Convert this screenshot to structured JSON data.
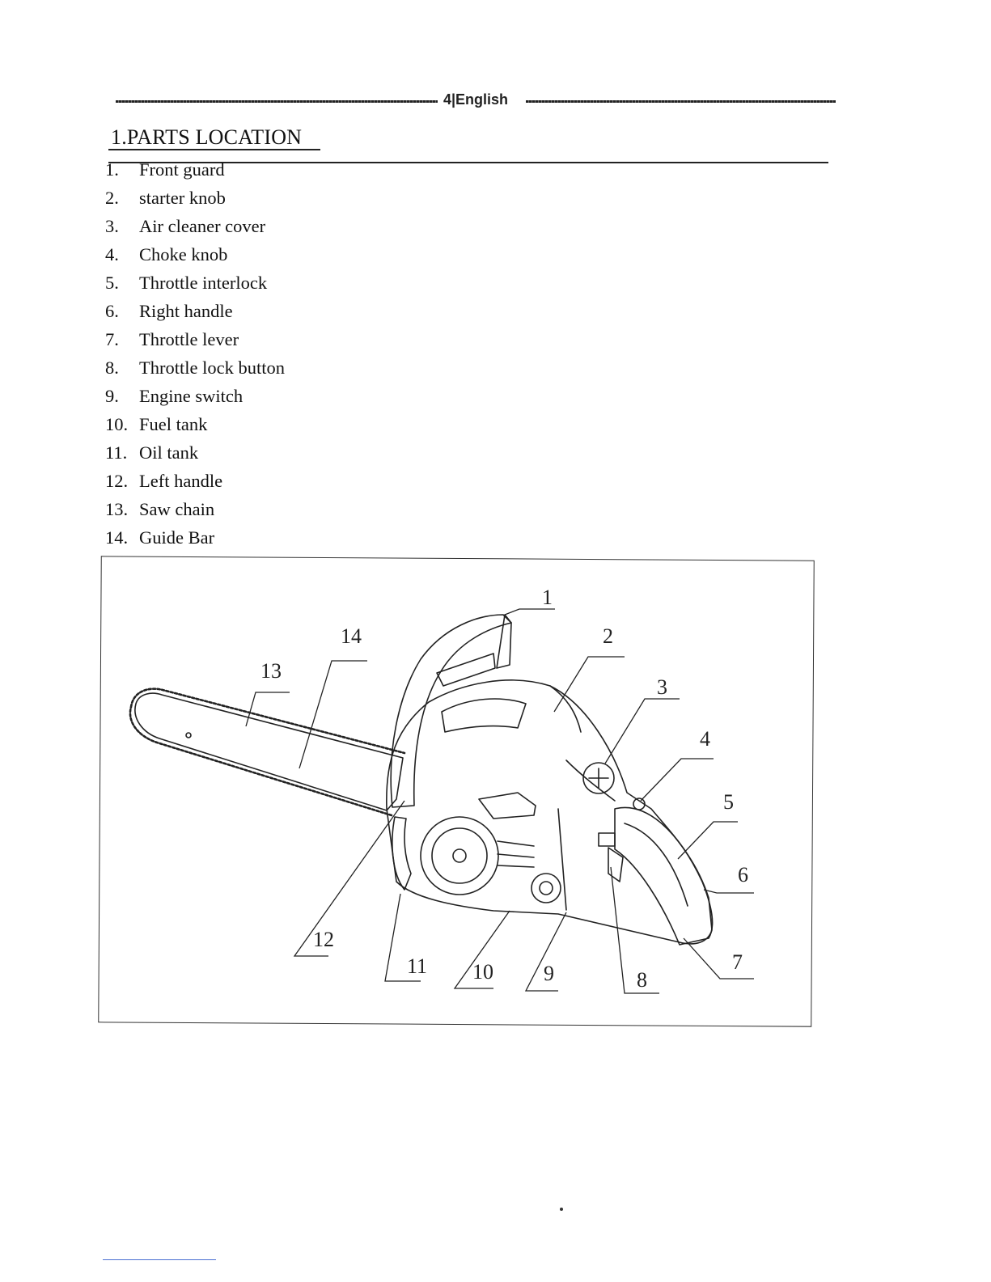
{
  "header": {
    "page_label": "4|English"
  },
  "section": {
    "title": "1.PARTS LOCATION"
  },
  "parts": [
    {
      "number": "1.",
      "name": "Front guard"
    },
    {
      "number": "2.",
      "name": "starter knob"
    },
    {
      "number": "3.",
      "name": "Air cleaner cover"
    },
    {
      "number": "4.",
      "name": "Choke knob"
    },
    {
      "number": "5.",
      "name": "Throttle interlock"
    },
    {
      "number": "6.",
      "name": "Right handle"
    },
    {
      "number": "7.",
      "name": "Throttle lever"
    },
    {
      "number": "8.",
      "name": "Throttle lock button"
    },
    {
      "number": "9.",
      "name": "Engine switch"
    },
    {
      "number": "10.",
      "name": "Fuel tank"
    },
    {
      "number": "11.",
      "name": "Oil tank"
    },
    {
      "number": "12.",
      "name": "Left handle"
    },
    {
      "number": "13.",
      "name": "Saw chain"
    },
    {
      "number": "14.",
      "name": "Guide Bar"
    }
  ],
  "figure": {
    "callouts": [
      "1",
      "2",
      "3",
      "4",
      "5",
      "6",
      "7",
      "8",
      "9",
      "10",
      "11",
      "12",
      "13",
      "14"
    ]
  }
}
